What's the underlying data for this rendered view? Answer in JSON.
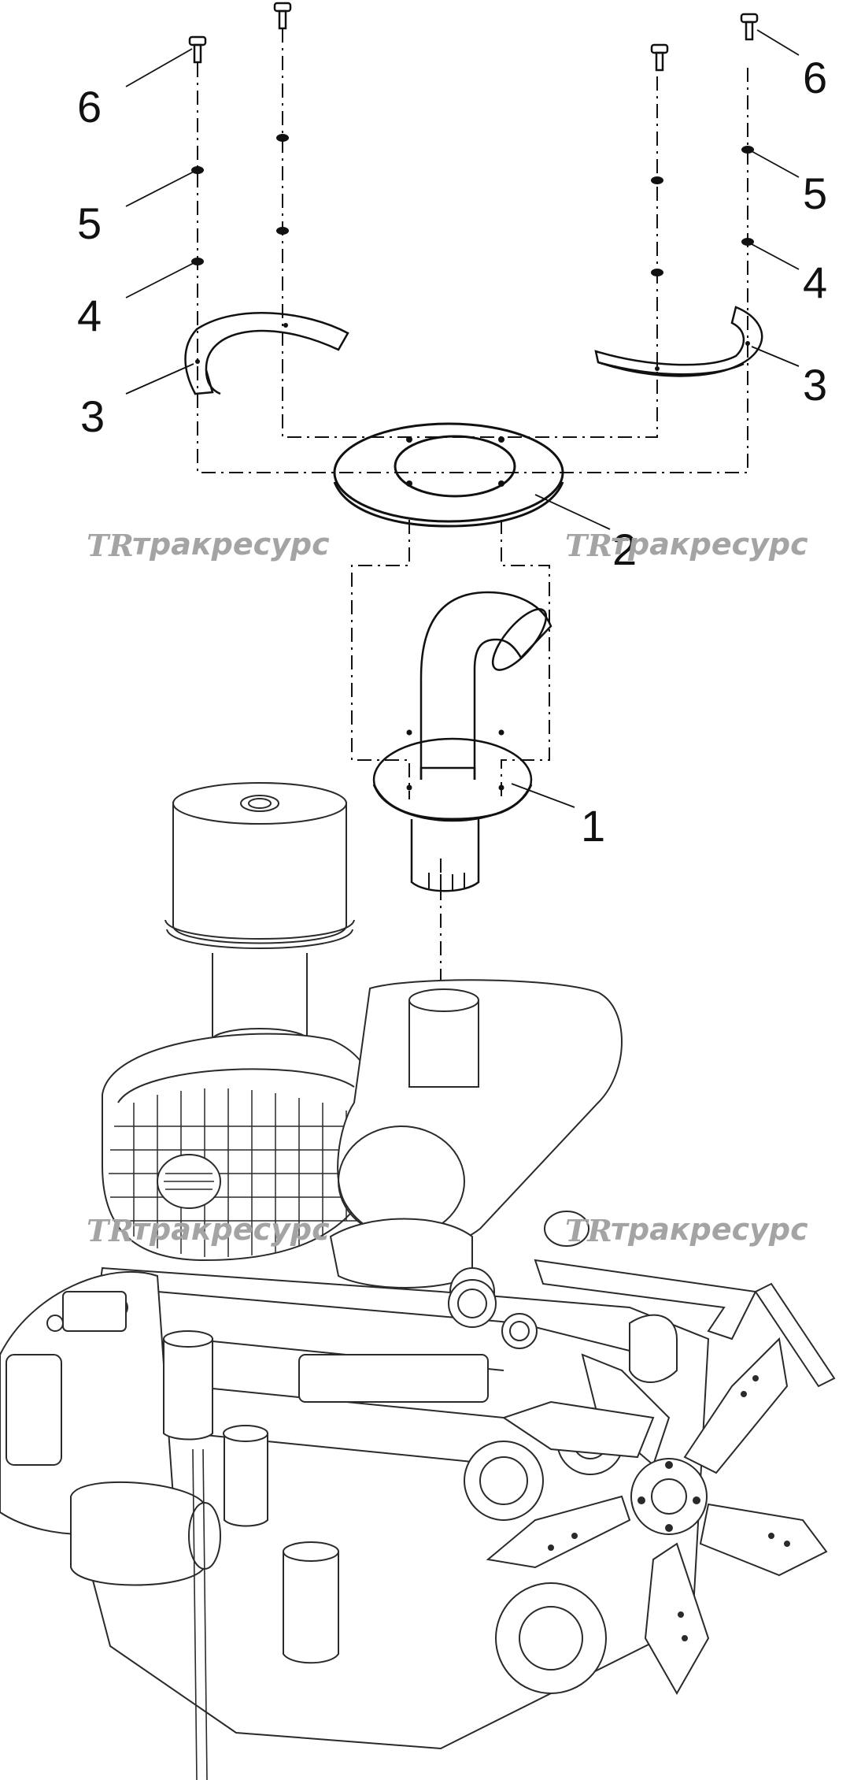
{
  "diagram": {
    "callouts": [
      {
        "id": "c6l",
        "label": "6"
      },
      {
        "id": "c5l",
        "label": "5"
      },
      {
        "id": "c4l",
        "label": "4"
      },
      {
        "id": "c3l",
        "label": "3"
      },
      {
        "id": "c6r",
        "label": "6"
      },
      {
        "id": "c5r",
        "label": "5"
      },
      {
        "id": "c4r",
        "label": "4"
      },
      {
        "id": "c3r",
        "label": "3"
      },
      {
        "id": "c2",
        "label": "2"
      },
      {
        "id": "c1",
        "label": "1"
      }
    ],
    "watermark": {
      "logo": "TR",
      "text": "тракресурс",
      "color": "#a4a4a4"
    }
  }
}
